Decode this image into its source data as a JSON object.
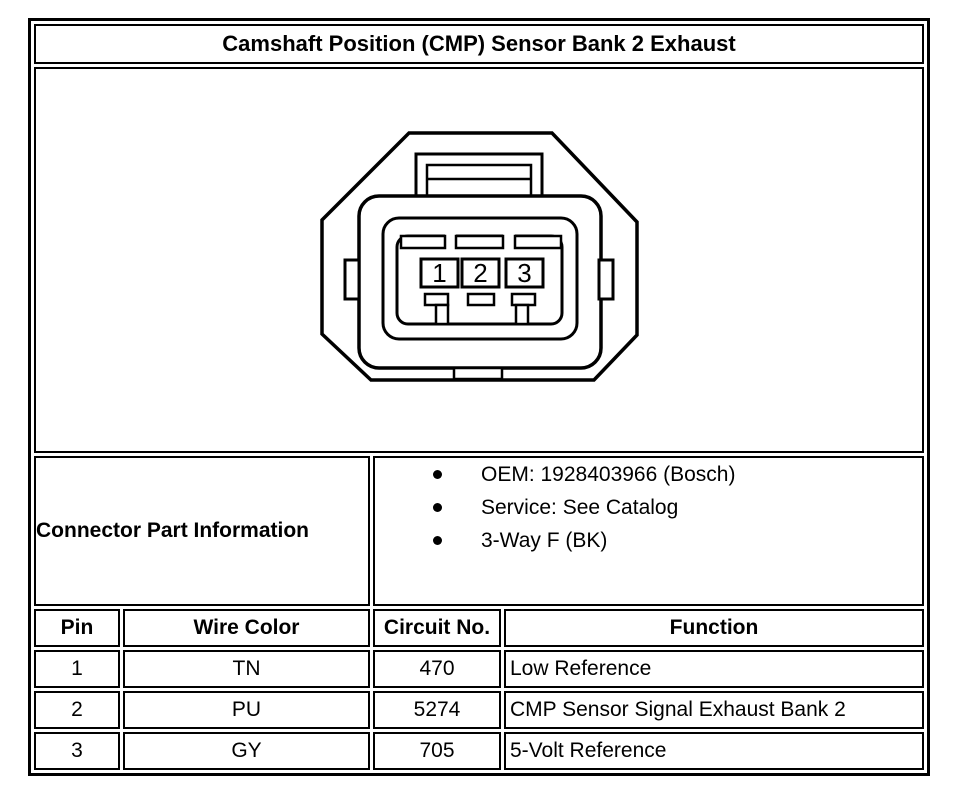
{
  "doc": {
    "title": "Camshaft Position (CMP) Sensor Bank 2 Exhaust"
  },
  "connector_figure": {
    "description": "3-way female connector, face view, octagonal housing",
    "pin_labels": [
      "1",
      "2",
      "3"
    ]
  },
  "part_info": {
    "label": "Connector Part Information",
    "bullets": [
      "OEM: 1928403966 (Bosch)",
      "Service: See Catalog",
      "3-Way F (BK)"
    ]
  },
  "pin_table": {
    "headers": [
      "Pin",
      "Wire Color",
      "Circuit No.",
      "Function"
    ],
    "rows": [
      [
        "1",
        "TN",
        "470",
        "Low Reference"
      ],
      [
        "2",
        "PU",
        "5274",
        "CMP Sensor Signal Exhaust Bank 2"
      ],
      [
        "3",
        "GY",
        "705",
        "5-Volt Reference"
      ]
    ]
  },
  "colors": {
    "ink": "#000000",
    "paper": "#ffffff"
  }
}
